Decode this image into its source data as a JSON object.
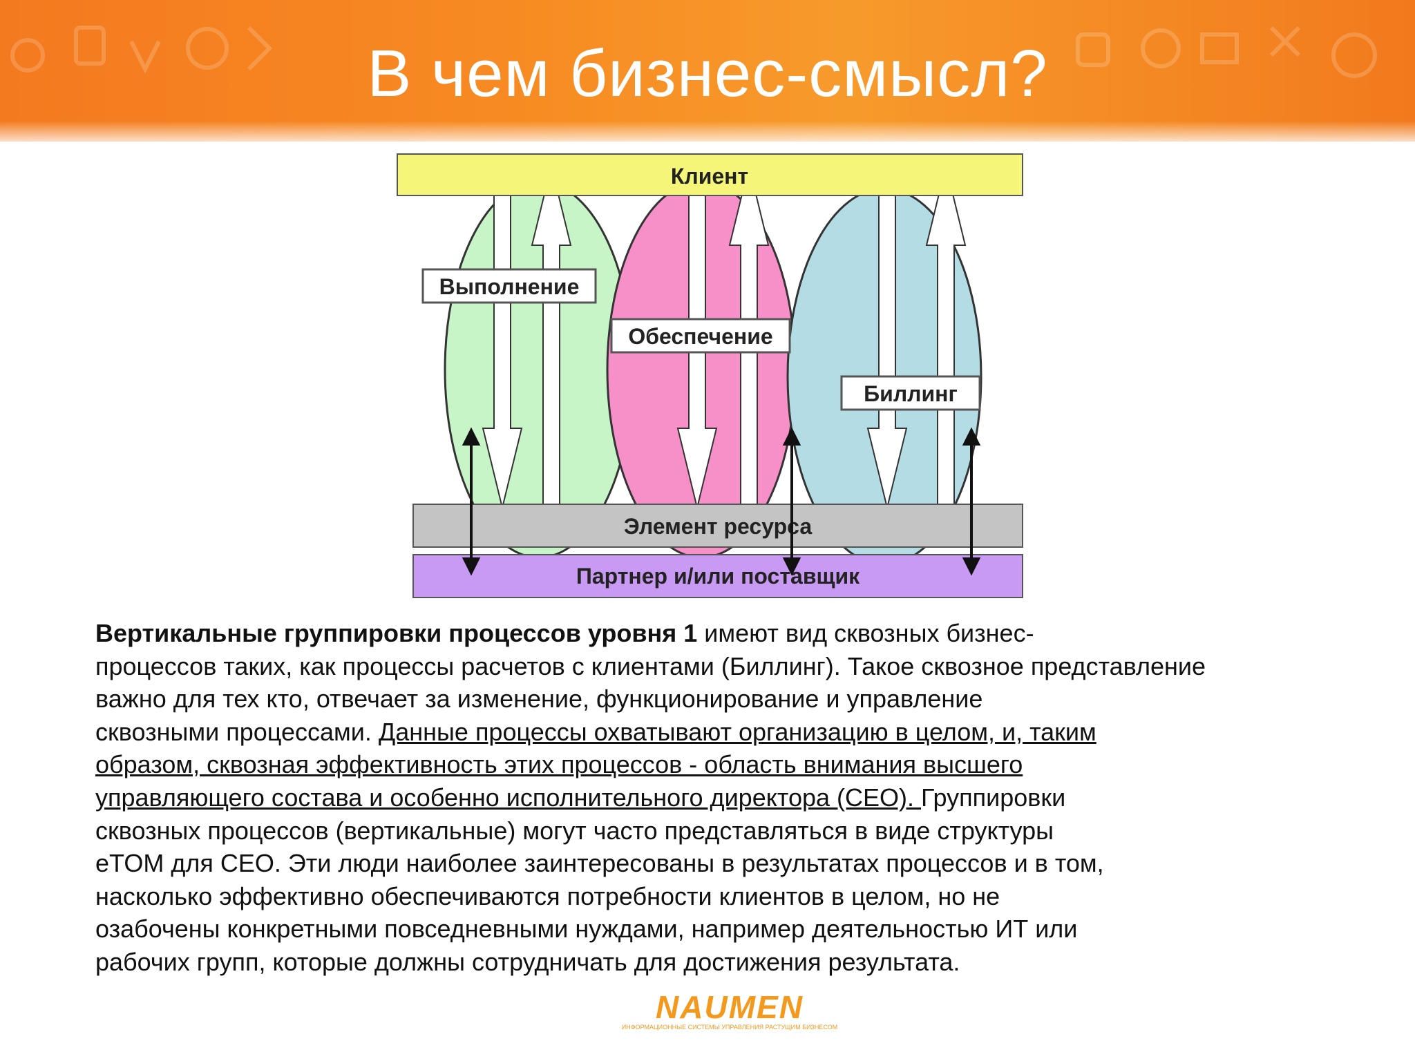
{
  "slide": {
    "title": "В чем бизнес-смысл?"
  },
  "diagram": {
    "top_bar": "Клиент",
    "groups": [
      {
        "label": "Выполнение",
        "color": "#c8f5c8"
      },
      {
        "label": "Обеспечение",
        "color": "#f78fc8"
      },
      {
        "label": "Биллинг",
        "color": "#b4dce4"
      }
    ],
    "resource_bar": "Элемент ресурса",
    "partner_bar": "Партнер и/или поставщик",
    "colors": {
      "top_bar": "#f5f57a",
      "resource_bar": "#c4c4c4",
      "partner_bar": "#c99af3"
    }
  },
  "paragraph": {
    "lead_bold": "Вертикальные группировки процессов уровня 1",
    "part1": " имеют вид сквозных бизнес-",
    "part2": "процессов таких, как процессы расчетов с клиентами (Биллинг). Такое сквозное представление",
    "part3": "важно для тех кто, отвечает за изменение, функционирование и управление",
    "part4": "сквозными процессами. ",
    "underlined1": "Данные процессы охватывают организацию в целом, и, таким",
    "underlined2": "образом, сквозная эффективность этих процессов - область внимания высшего",
    "underlined3": "управляющего состава и особенно исполнительного директора (CEO). ",
    "part5": "Группировки",
    "part6": "сквозных процессов (вертикальные) могут часто представляться в виде структуры",
    "part7": "eTOM для CEO. Эти люди наиболее заинтересованы в результатах процессов и в том,",
    "part8": "насколько эффективно обеспечиваются потребности клиентов в целом, но не",
    "part9": "озабочены конкретными повседневными нуждами, например деятельностью ИТ или",
    "part10": "рабочих групп, которые должны сотрудничать для достижения результата."
  },
  "logo": {
    "name": "NAUMEN",
    "tagline": "ИНФОРМАЦИОННЫЕ СИСТЕМЫ УПРАВЛЕНИЯ РАСТУЩИМ БИЗНЕСОМ",
    "color": "#f39a1e"
  },
  "icons": [
    "header-decoration-icons"
  ]
}
